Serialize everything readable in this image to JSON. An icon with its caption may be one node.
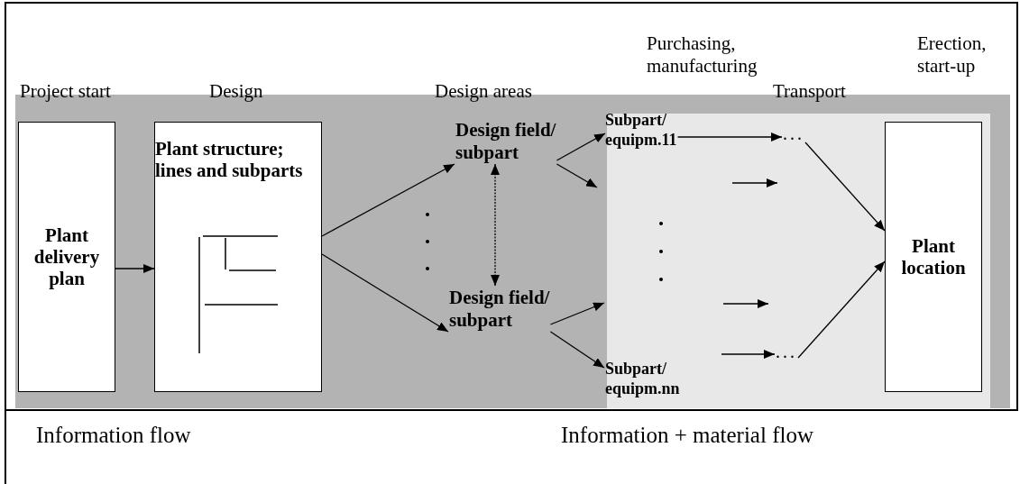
{
  "diagram": {
    "nodes": [
      {
        "text": [
          "Plant delivery plan"
        ]
      },
      {
        "text": [
          "Plant structure; lines and subparts"
        ]
      },
      {
        "text": [
          "Design field/ subpart"
        ]
      },
      {
        "text": [
          "Design field/ subpart"
        ]
      },
      {
        "text": [
          "Subpart/ equipm.11"
        ]
      },
      {
        "text": [
          "Subpart/ equipm.nn"
        ]
      },
      {
        "text": [
          "Plant location"
        ]
      },
      {
        "text": [
          "..."
        ]
      },
      {
        "text": [
          "..."
        ]
      }
    ],
    "edges": [
      {
        "from": 0,
        "to": 1,
        "arrow": "to"
      },
      {
        "from": 1,
        "to": 2,
        "arrow": "to"
      },
      {
        "from": 1,
        "to": 3,
        "arrow": "to"
      },
      {
        "from": 2,
        "to": 3,
        "arrow": "both",
        "style": "dashed"
      },
      {
        "from": 2,
        "to": 4,
        "arrow": "to"
      },
      {
        "from": 2,
        "to": null,
        "arrow": "to"
      },
      {
        "from": 3,
        "to": null,
        "arrow": "to"
      },
      {
        "from": 3,
        "to": 5,
        "arrow": "to"
      },
      {
        "from": 4,
        "to": 7,
        "arrow": "to"
      },
      {
        "from": null,
        "to": 8,
        "arrow": "to"
      },
      {
        "from": 7,
        "to": 6,
        "arrow": "to"
      },
      {
        "from": 8,
        "to": 6,
        "arrow": "to"
      }
    ],
    "labels": [
      "Purchasing, manufacturing",
      "Erection, start-up",
      "Project start",
      "Design",
      "Design areas",
      "Transport",
      "Information flow",
      "Information + material flow"
    ]
  }
}
